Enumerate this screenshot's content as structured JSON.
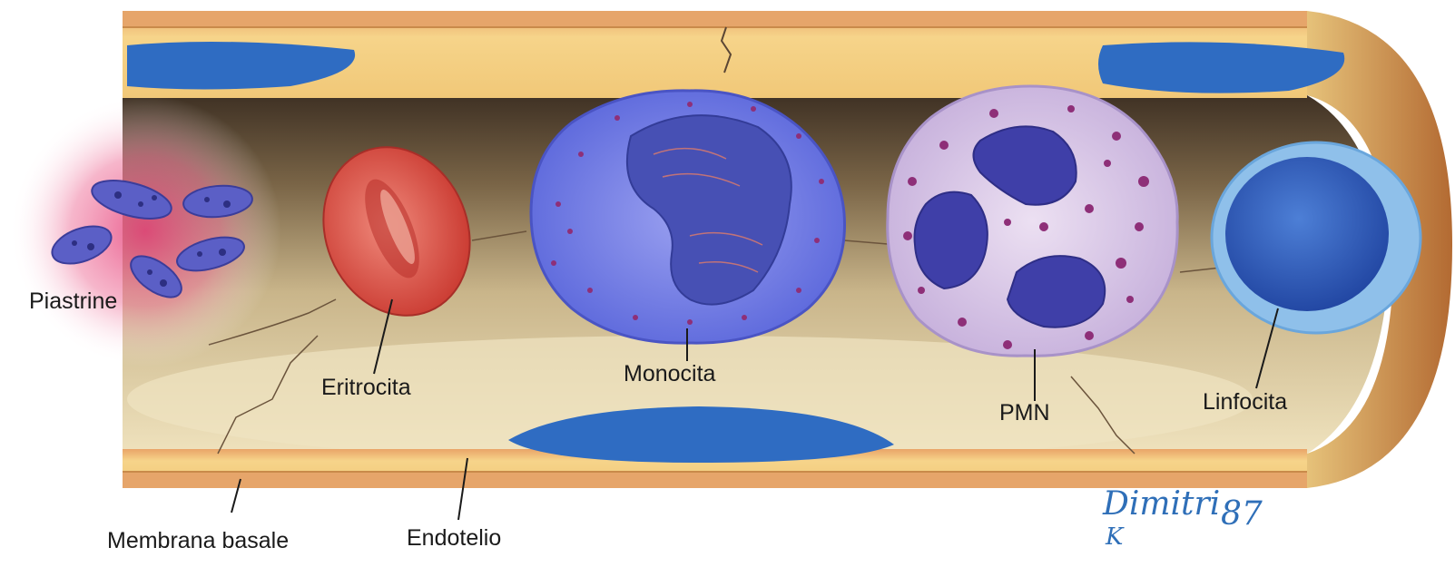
{
  "labels": {
    "piastrine": "Piastrine",
    "eritrocita": "Eritrocita",
    "monocita": "Monocita",
    "pmn": "PMN",
    "linfocita": "Linfocita",
    "membrana_basale": "Membrana basale",
    "endotelio": "Endotelio"
  },
  "signature": {
    "text": "Dimitri",
    "initial": "K",
    "year": "87"
  },
  "colors": {
    "vessel_wall": "#f3cf7c",
    "vessel_edge": "#c9793a",
    "lumen": "#e6d6ad",
    "lumen_shadow": "#6d5a40",
    "endothelial_nucleus": "#2f6cc2",
    "erythrocyte": "#e0524a",
    "monocyte": "#6b78e6",
    "monocyte_nucleus": "#4750b4",
    "pmn_cytoplasm": "#dccbe8",
    "pmn_nucleus": "#3f3fa8",
    "granule": "#8e2f78",
    "lymphocyte": "#8fc0ea",
    "lymphocyte_nucleus": "#2b56b4",
    "platelet_glow": "#e6407a",
    "platelet": "#5b5fc6"
  }
}
